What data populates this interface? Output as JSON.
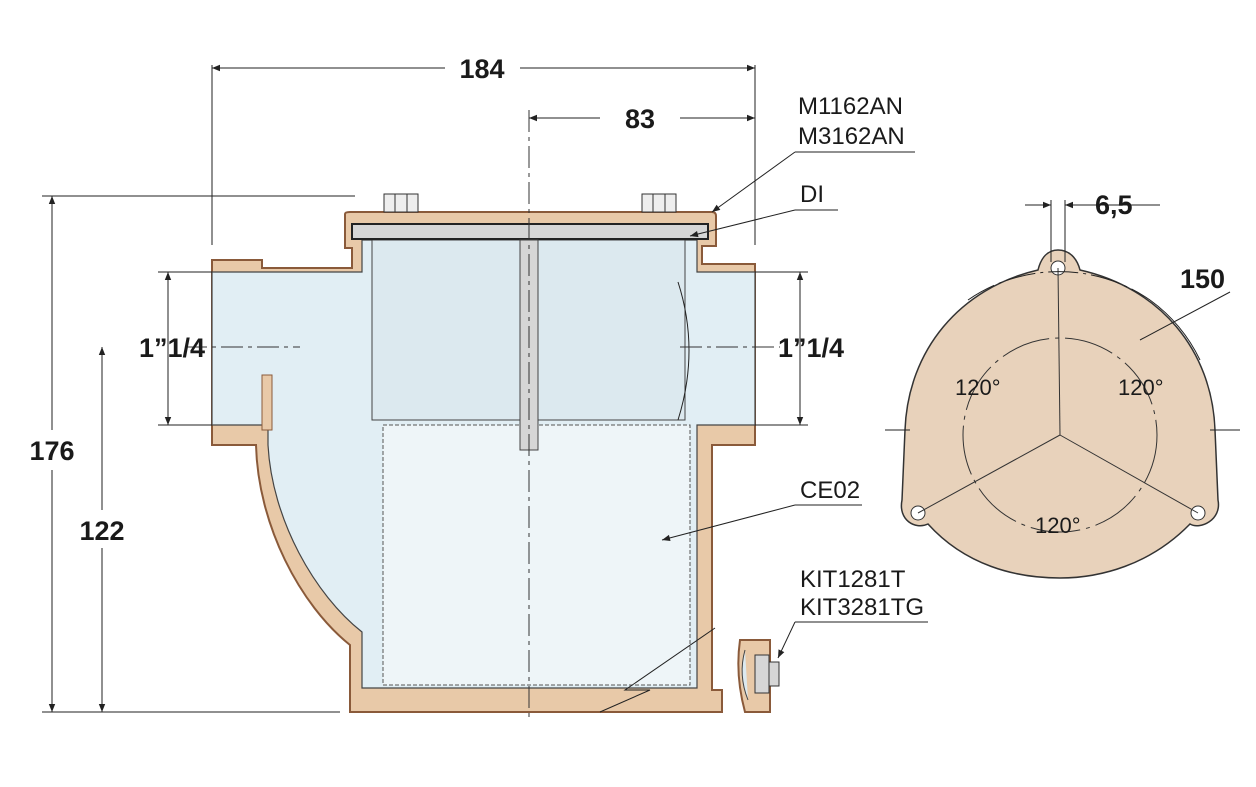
{
  "dimensions": {
    "overall_width": "184",
    "center_to_outlet": "83",
    "overall_height": "176",
    "inlet_height": "122",
    "inlet_size": "1”1/4",
    "outlet_size": "1”1/4",
    "hole_diameter": "6,5",
    "bolt_circle": "150",
    "angle_left": "120°",
    "angle_right": "120°",
    "angle_bottom": "120°"
  },
  "parts": {
    "cover_1": "M1162AN",
    "cover_2": "M3162AN",
    "gasket": "DI",
    "basket": "CE02",
    "drain_kit_1": "KIT1281T",
    "drain_kit_2": "KIT3281TG"
  },
  "colors": {
    "bronze": "#e8c9a8",
    "glass": "#e1eef4",
    "steel": "#d6d6d6"
  }
}
